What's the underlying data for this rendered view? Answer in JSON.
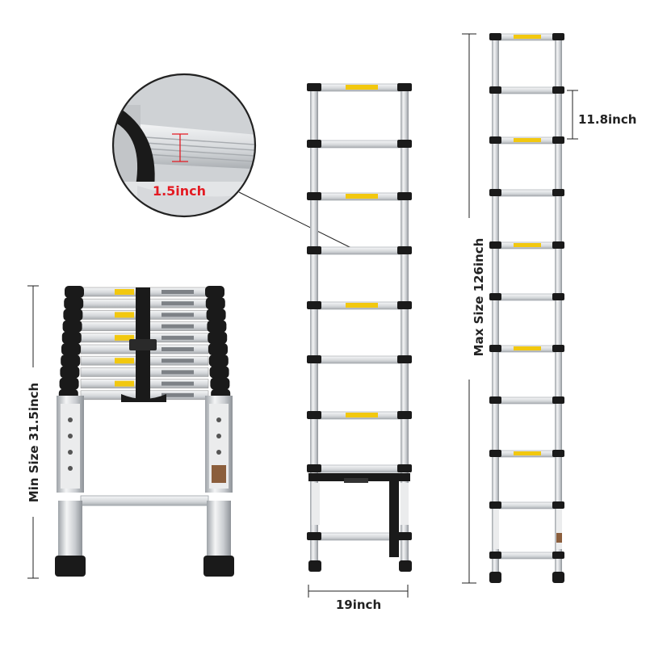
{
  "labels": {
    "thickness": "1.5inch",
    "step_spacing": "11.8inch",
    "width": "19inch",
    "min_size": "Min Size 31.5inch",
    "max_size": "Max Size 126inch"
  },
  "colors": {
    "aluminum": "#d9dcdf",
    "black": "#1a1a1a",
    "label_yellow": "#f2c80f",
    "accent_red": "#e31b23"
  }
}
